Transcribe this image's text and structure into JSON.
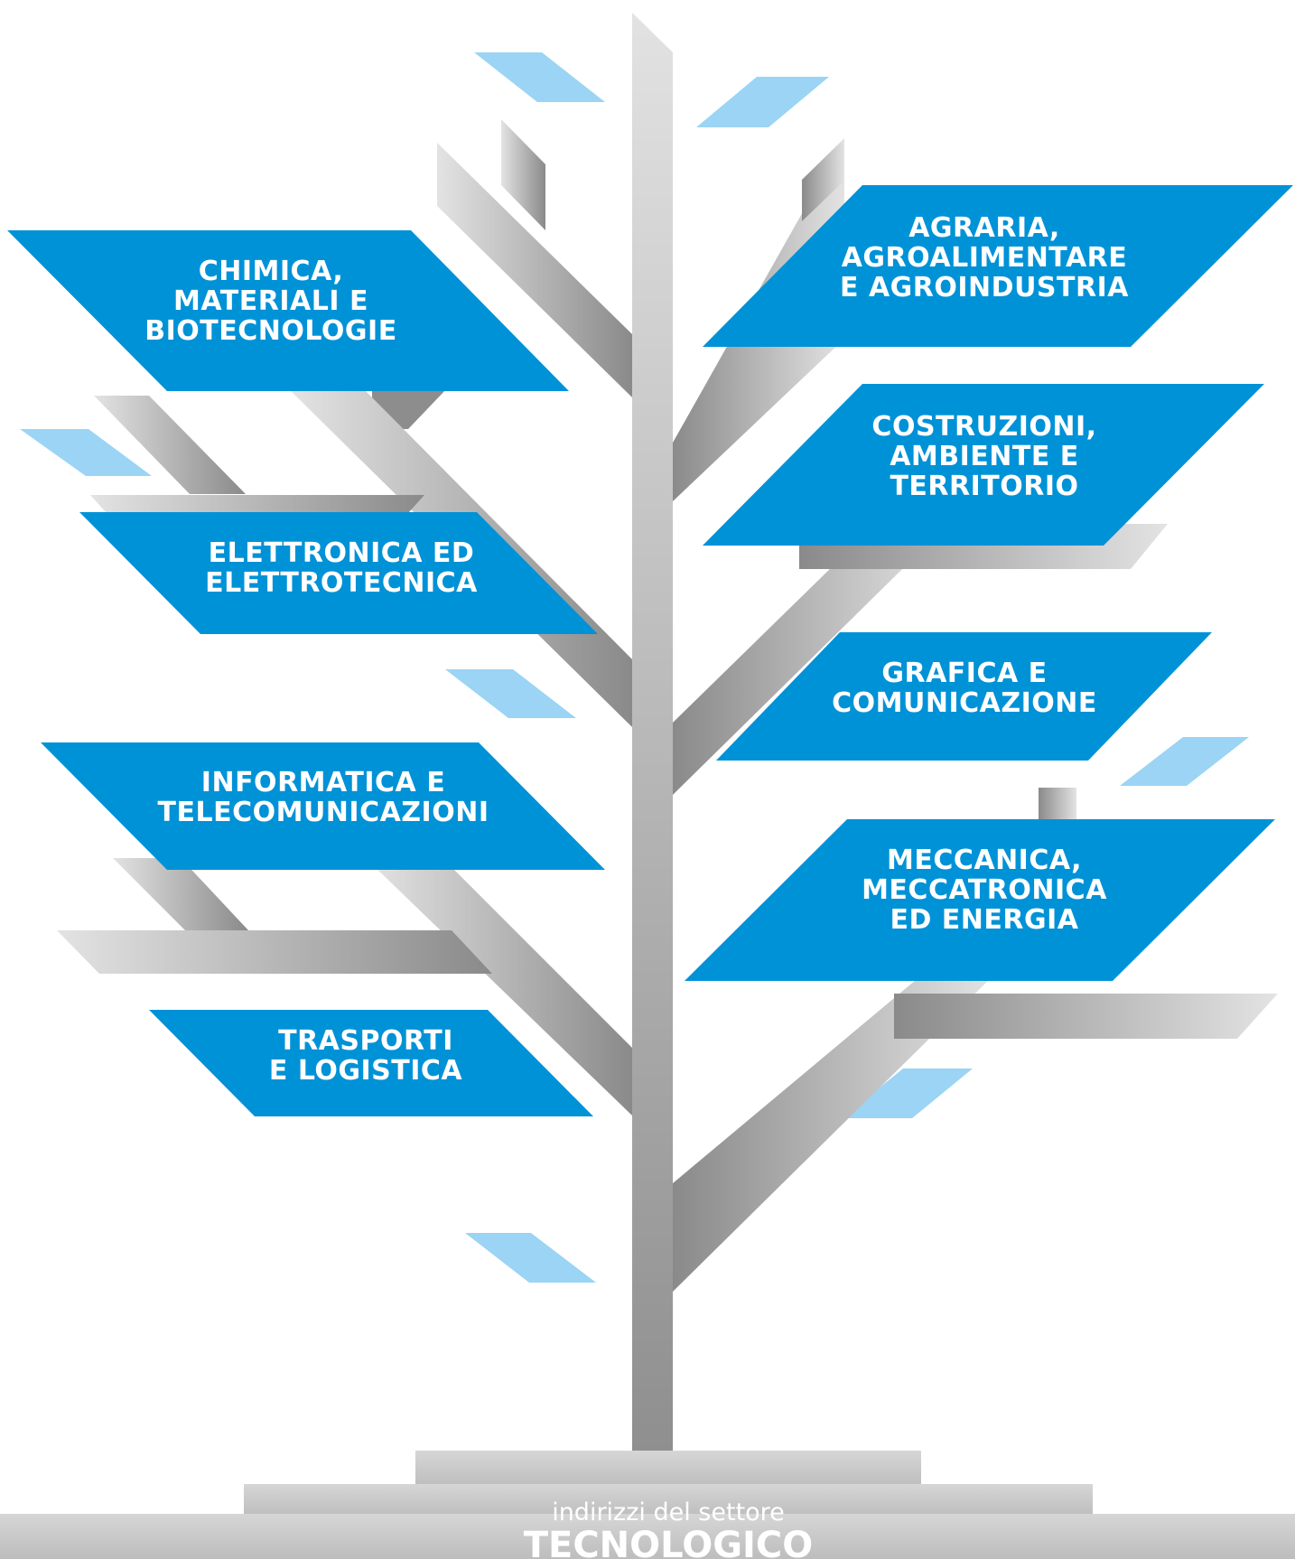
{
  "colors": {
    "sign_blue": "#0092d7",
    "leaf_light_blue": "#9bd4f4",
    "branch_gray_light": "#dcdcdc",
    "branch_gray_dark": "#8c8c8c",
    "base_gray": "#cfcfcf",
    "text": "#ffffff"
  },
  "signs": [
    {
      "id": "chimica",
      "side": "left",
      "lines": [
        "CHIMICA,",
        "MATERIALI E",
        "BIOTECNOLOGIE"
      ]
    },
    {
      "id": "elettronica",
      "side": "left",
      "lines": [
        "ELETTRONICA ED",
        "ELETTROTECNICA"
      ]
    },
    {
      "id": "informatica",
      "side": "left",
      "lines": [
        "INFORMATICA E",
        "TELECOMUNICAZIONI"
      ]
    },
    {
      "id": "trasporti",
      "side": "left",
      "lines": [
        "TRASPORTI",
        "E LOGISTICA"
      ]
    },
    {
      "id": "agraria",
      "side": "right",
      "lines": [
        "AGRARIA,",
        "AGROALIMENTARE",
        "E AGROINDUSTRIA"
      ]
    },
    {
      "id": "costruzioni",
      "side": "right",
      "lines": [
        "COSTRUZIONI,",
        "AMBIENTE E",
        "TERRITORIO"
      ]
    },
    {
      "id": "grafica",
      "side": "right",
      "lines": [
        "GRAFICA E",
        "COMUNICAZIONE"
      ]
    },
    {
      "id": "meccanica",
      "side": "right",
      "lines": [
        "MECCANICA,",
        "MECCATRONICA",
        "ED ENERGIA"
      ]
    }
  ],
  "footer": {
    "subtitle": "indirizzi del settore",
    "title": "TECNOLOGICO"
  }
}
